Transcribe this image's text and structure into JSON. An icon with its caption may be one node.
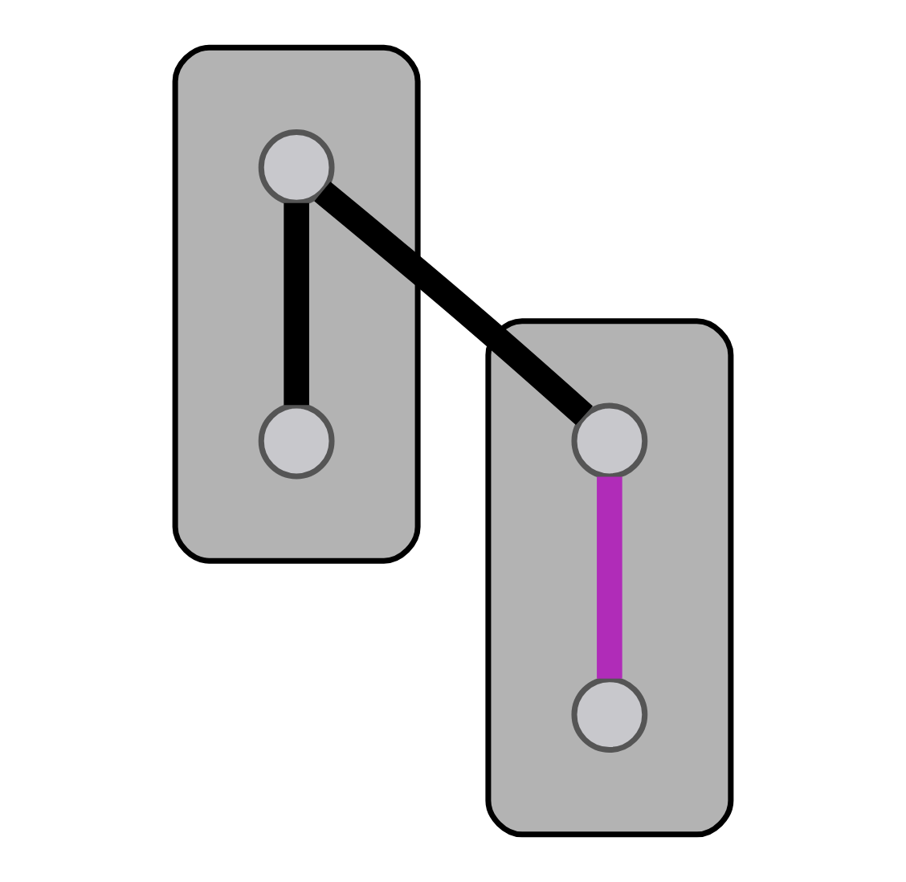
{
  "diagram": {
    "nodes": [
      {
        "text": [],
        "shape": "region"
      },
      {
        "text": [],
        "shape": "circle",
        "in": 0
      },
      {
        "text": [],
        "shape": "circle",
        "in": 0
      },
      {
        "text": [],
        "shape": "ellipse"
      },
      {
        "text": [],
        "shape": "circle",
        "in": 3
      },
      {
        "text": [],
        "shape": "circle",
        "in": 3
      }
    ],
    "edges": [
      {
        "from": 1,
        "to": 4,
        "arrow": "none"
      },
      {
        "from": 1,
        "to": 2,
        "arrow": "none"
      },
      {
        "from": 4,
        "to": 5,
        "arrow": "none",
        "color": "#b02cb8"
      }
    ]
  }
}
